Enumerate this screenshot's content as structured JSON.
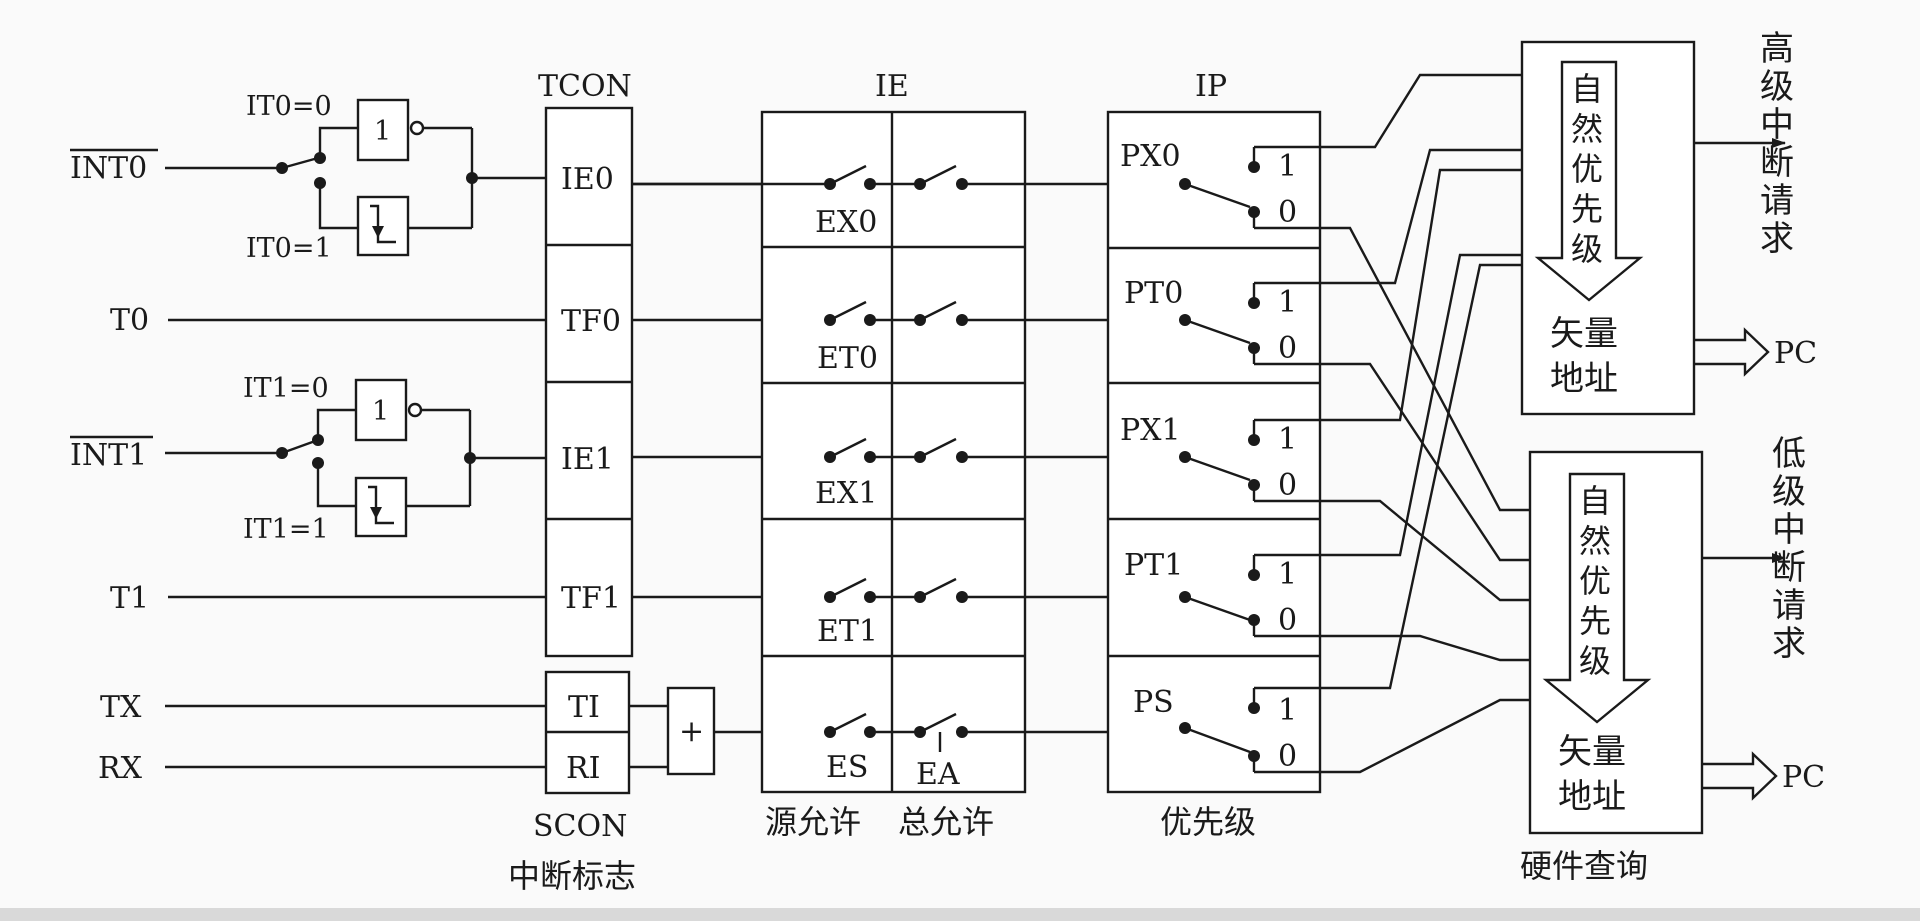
{
  "sources": {
    "int0": "INT0",
    "t0": "T0",
    "int1": "INT1",
    "t1": "T1",
    "tx": "TX",
    "rx": "RX"
  },
  "trigger": {
    "it0_0": "IT0=0",
    "it0_1": "IT0=1",
    "it1_0": "IT1=0",
    "it1_1": "IT1=1",
    "not_gate": "1",
    "or_gate": "+"
  },
  "tcon": {
    "title": "TCON",
    "flags": [
      "IE0",
      "TF0",
      "IE1",
      "TF1"
    ]
  },
  "scon": {
    "flags": [
      "TI",
      "RI"
    ],
    "title": "SCON",
    "caption": "中断标志"
  },
  "ie": {
    "title": "IE",
    "enables": [
      "EX0",
      "ET0",
      "EX1",
      "ET1",
      "ES"
    ],
    "global": "EA",
    "caption_source": "源允许",
    "caption_global": "总允许"
  },
  "ip": {
    "title": "IP",
    "bits": [
      "PX0",
      "PT0",
      "PX1",
      "PT1",
      "PS"
    ],
    "one": "1",
    "zero": "0",
    "caption": "优先级"
  },
  "high": {
    "arrow_label": "自然优先级",
    "vector": [
      "矢量",
      "地址"
    ],
    "request": "高级中断请求",
    "pc": "PC"
  },
  "low": {
    "arrow_label": "自然优先级",
    "vector": [
      "矢量",
      "地址"
    ],
    "request": "低级中断请求",
    "pc": "PC",
    "caption": "硬件查询"
  }
}
